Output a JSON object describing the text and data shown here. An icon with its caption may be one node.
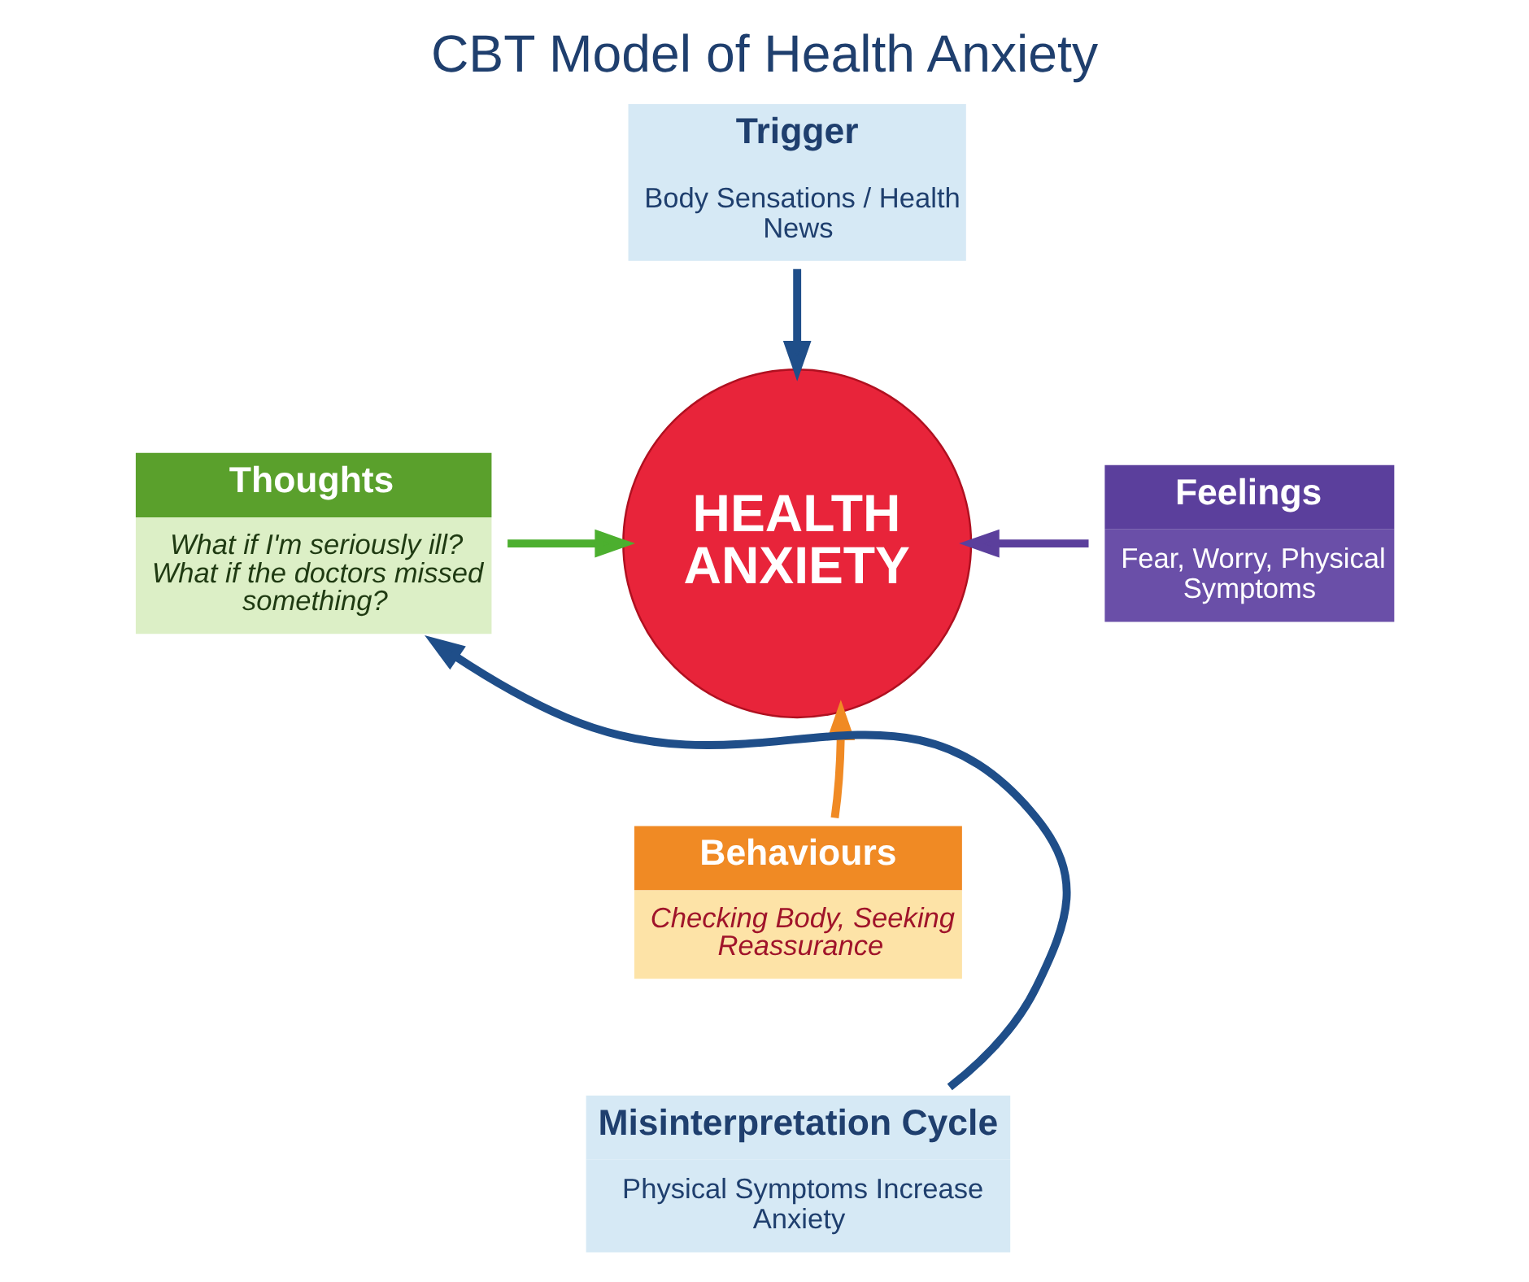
{
  "diagram": {
    "title": "CBT Model of Health Anxiety",
    "nodes": [
      {
        "text": [
          "Trigger",
          "Body Sensations / Health News"
        ]
      },
      {
        "text": [
          "HEALTH ANXIETY"
        ]
      },
      {
        "text": [
          "Thoughts",
          "What if I'm seriously ill? What if the doctors missed something?"
        ]
      },
      {
        "text": [
          "Feelings",
          "Fear, Worry, Physical Symptoms"
        ]
      },
      {
        "text": [
          "Behaviours",
          "Checking Body, Seeking Reassurance"
        ]
      },
      {
        "text": [
          "Misinterpretation Cycle",
          "Physical Symptoms Increase Anxiety"
        ]
      }
    ],
    "edges": [
      {
        "from": 0,
        "to": 1,
        "arrow": "to",
        "color": "#1f4e89"
      },
      {
        "from": 2,
        "to": 1,
        "arrow": "to",
        "color": "#4caf2f"
      },
      {
        "from": 3,
        "to": 1,
        "arrow": "to",
        "color": "#5b3f9c"
      },
      {
        "from": 4,
        "to": 1,
        "arrow": "to",
        "color": "#f08a24"
      },
      {
        "from": 5,
        "to": 2,
        "arrow": "to",
        "color": "#1f4e89"
      }
    ]
  }
}
